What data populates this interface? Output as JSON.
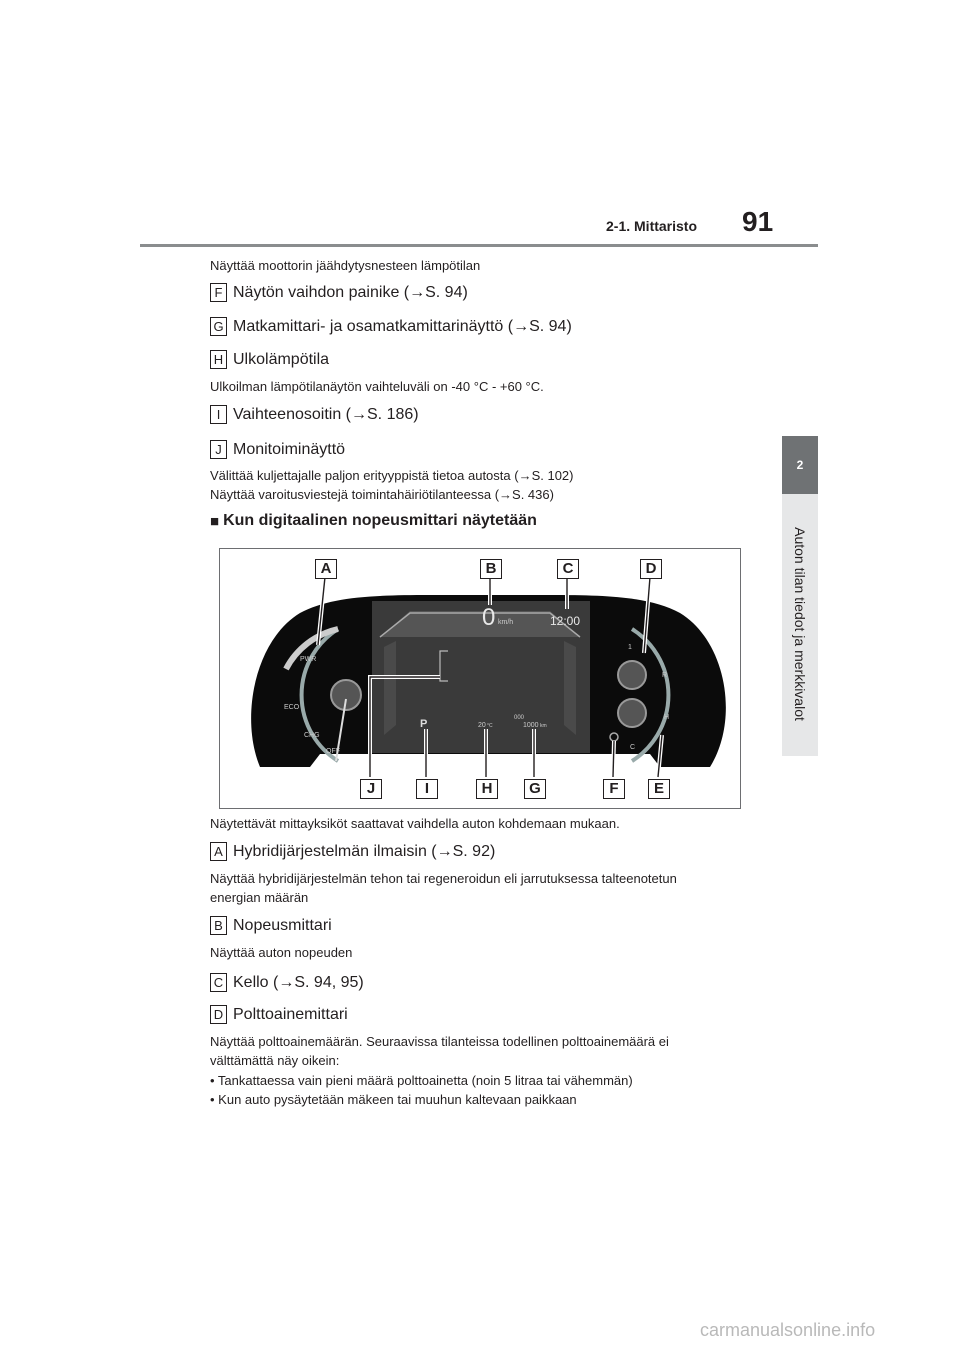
{
  "header": {
    "section": "2-1. Mittaristo",
    "page_number": "91"
  },
  "side_tab": {
    "chapter": "2",
    "title": "Auton tilan tiedot ja merkkivalot"
  },
  "intro_line": "Näyttää moottorin jäähdytysnesteen lämpötilan",
  "items_top": [
    {
      "letter": "F",
      "label": "Näytön vaihdon painike (",
      "arrow": "→",
      "ref": "S. 94)"
    },
    {
      "letter": "G",
      "label": "Matkamittari- ja osamatkamittarinäyttö (",
      "arrow": "→",
      "ref": "S. 94)"
    },
    {
      "letter": "H",
      "label": "Ulkolämpötila",
      "arrow": "",
      "ref": ""
    },
    {
      "letter": "I",
      "label": "Vaihteenosoitin (",
      "arrow": "→",
      "ref": "S. 186)"
    },
    {
      "letter": "J",
      "label": "Monitoiminäyttö",
      "arrow": "",
      "ref": ""
    }
  ],
  "h_desc": "Ulkoilman lämpötilanäytön vaihteluväli on -40 °C - +60 °C.",
  "j_desc": [
    "Välittää kuljettajalle paljon erityyppistä tietoa autosta (→S. 102)",
    "Näyttää varoitusviestejä toimintahäiriötilanteessa (→S. 436)"
  ],
  "section_heading": "Kun digitaalinen nopeusmittari näytetään",
  "figure": {
    "callouts_top": [
      "A",
      "B",
      "C",
      "D"
    ],
    "callouts_bottom": [
      "J",
      "I",
      "H",
      "G",
      "F",
      "E"
    ],
    "speed": "0",
    "speed_unit": "km/h",
    "clock": "12:00",
    "gear": "P",
    "temp": "20",
    "temp_unit": "°C",
    "odo_top": "000",
    "odo": "1000",
    "odo_unit": "km",
    "hybrid_labels": {
      "pwr": "PWR",
      "eco": "ECO",
      "chg": "CHG",
      "off": "OFF"
    },
    "fuel_labels": {
      "r": "R",
      "one": "1"
    },
    "temp_labels": {
      "h": "H",
      "c": "C"
    }
  },
  "caption": "Näytettävät mittayksiköt saattavat vaihdella auton kohdemaan mukaan.",
  "items_bottom": [
    {
      "letter": "A",
      "label": "Hybridijärjestelmän ilmaisin (",
      "arrow": "→",
      "ref": "S. 92)"
    },
    {
      "letter": "B",
      "label": "Nopeusmittari",
      "arrow": "",
      "ref": ""
    },
    {
      "letter": "C",
      "label": "Kello (",
      "arrow": "→",
      "ref": "S. 94, 95)"
    },
    {
      "letter": "D",
      "label": "Polttoainemittari",
      "arrow": "",
      "ref": ""
    }
  ],
  "a_desc": [
    "Näyttää hybridijärjestelmän tehon tai regeneroidun eli jarrutuksessa talteenotetun",
    "energian määrän"
  ],
  "b_desc": "Näyttää auton nopeuden",
  "d_desc": [
    "Näyttää polttoainemäärän. Seuraavissa tilanteissa todellinen polttoainemäärä ei",
    "välttämättä näy oikein:",
    "• Tankattaessa vain pieni määrä polttoainetta (noin 5 litraa tai vähemmän)",
    "• Kun auto pysäytetään mäkeen tai muuhun kaltevaan paikkaan"
  ],
  "footer": "carmanualsonline.info"
}
